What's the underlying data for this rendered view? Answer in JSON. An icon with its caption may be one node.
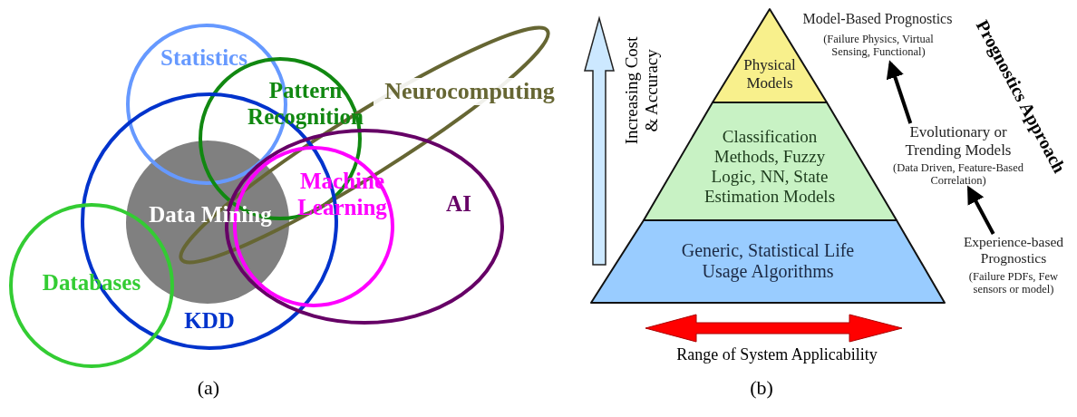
{
  "diagram": {
    "nodes": [
      {
        "text": [
          "Statistics"
        ]
      },
      {
        "text": [
          "Pattern Recognition"
        ]
      },
      {
        "text": [
          "Neurocomputing"
        ]
      },
      {
        "text": [
          "KDD"
        ]
      },
      {
        "text": [
          "Data Mining"
        ],
        "in": 3
      },
      {
        "text": [
          "AI"
        ]
      },
      {
        "text": [
          "Machine Learning"
        ],
        "in": 5
      },
      {
        "text": [
          "Databases"
        ]
      },
      {
        "text": [
          "Physical Models"
        ]
      },
      {
        "text": [
          "Classification Methods, Fuzzy Logic, NN, State Estimation Models"
        ]
      },
      {
        "text": [
          "Generic, Statistical Life Usage Algorithms"
        ]
      },
      {
        "text": [
          "Model-Based Prognostics",
          "(Failure Physics, Virtual Sensing, Functional)"
        ]
      },
      {
        "text": [
          "Evolutionary or Trending Models",
          "(Data Driven, Feature-Based Correlation)"
        ]
      },
      {
        "text": [
          "Experience-based Prognostics",
          "(Failure PDFs, Few sensors or model)"
        ]
      }
    ],
    "edges": [
      {
        "from": 13,
        "to": 12,
        "arrow": "to"
      },
      {
        "from": 12,
        "to": 11,
        "arrow": "to"
      }
    ],
    "labels": [
      "Increasing Cost & Accuracy",
      "Prognostics Approach",
      "Range of System Applicability",
      "(a)",
      "(b)"
    ]
  }
}
